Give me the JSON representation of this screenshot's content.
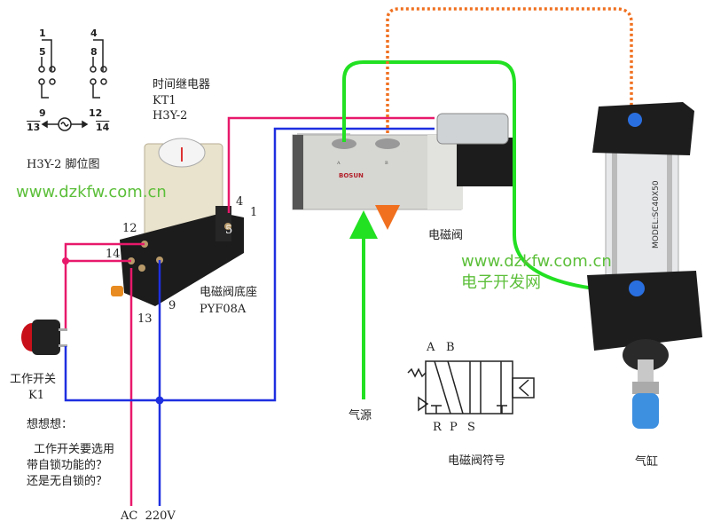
{
  "relay": {
    "title": "时间继电器",
    "id": "KT1",
    "model": "H3Y-2"
  },
  "pinout": {
    "caption": "H3Y-2 脚位图",
    "pins": [
      "1",
      "5",
      "9",
      "4",
      "8",
      "12",
      "13",
      "14"
    ]
  },
  "socket": {
    "title": "电磁阀底座",
    "model": "PYF08A",
    "terminals": {
      "t12": "12",
      "t14": "14",
      "t4": "4",
      "t1": "1",
      "t5": "5",
      "t9": "9",
      "t13": "13"
    }
  },
  "switch": {
    "title": "工作开关",
    "id": "K1"
  },
  "question": {
    "heading": "想想想：",
    "line1": "工作开关要选用",
    "line2": "带自锁功能的？",
    "line3": "还是无自锁的？"
  },
  "power": {
    "label": "AC  220V"
  },
  "air_source": {
    "label": "气源"
  },
  "valve": {
    "label": "电磁阀",
    "brand": "BOSUN",
    "port_a": "A",
    "port_b": "B"
  },
  "valve_symbol": {
    "caption": "电磁阀符号",
    "top_ports": [
      "A",
      "B"
    ],
    "bottom_ports": [
      "R",
      "P",
      "S"
    ]
  },
  "cylinder": {
    "label": "气缸",
    "model": "MODEL:SC40X50"
  },
  "watermarks": {
    "url": "www.dzkfw.com.cn",
    "name": "电子开发网"
  },
  "colors": {
    "live": "#e8196b",
    "neutral": "#1e2fe0",
    "air_supply": "#22e022",
    "exhaust": "#f07020"
  }
}
